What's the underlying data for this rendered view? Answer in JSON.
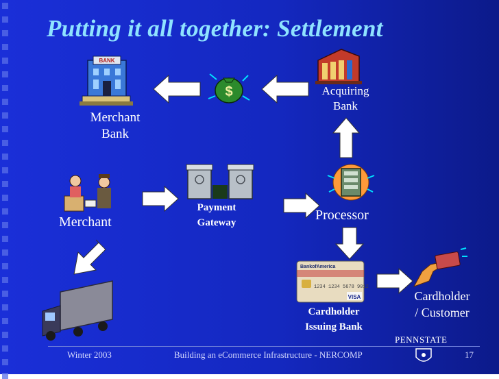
{
  "slide": {
    "title": "Putting it all together: Settlement",
    "nodes": {
      "merchant_bank": {
        "line1": "Merchant",
        "line2": "Bank"
      },
      "acquiring_bank": {
        "line1": "Acquiring",
        "line2": "Bank"
      },
      "merchant": {
        "label": "Merchant"
      },
      "payment_gateway": {
        "line1": "Payment",
        "line2": "Gateway"
      },
      "processor": {
        "label": "Processor"
      },
      "issuing_bank": {
        "line1": "Cardholder",
        "line2": "Issuing Bank"
      },
      "cardholder": {
        "line1": "Cardholder",
        "line2": "/ Customer"
      }
    },
    "card_text": {
      "bank": "BankofAmerica",
      "number": "1234 1234 5678 9012",
      "brand": "VISA"
    },
    "bank_sign": "BANK",
    "logo": "PENNSTATE",
    "footer": {
      "left": "Winter 2003",
      "center": "Building an eCommerce Infrastructure - NERCOMP",
      "page": "17"
    },
    "colors": {
      "background": "#1a2fd8",
      "title": "#8fe3ff",
      "text": "#ffffff",
      "arrow_fill": "#ffffff"
    }
  }
}
